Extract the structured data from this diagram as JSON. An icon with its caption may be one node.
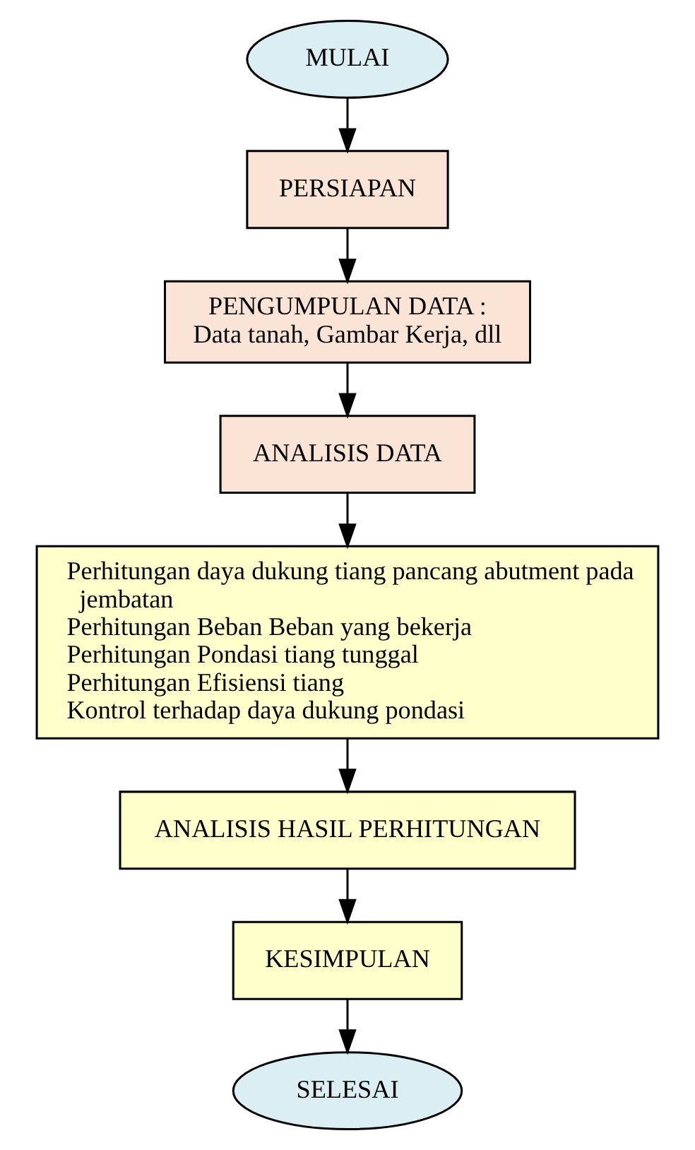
{
  "diagram": {
    "nodes": [
      {
        "text": [
          "MULAI"
        ]
      },
      {
        "text": [
          "PERSIAPAN"
        ]
      },
      {
        "text": [
          "PENGUMPULAN DATA :",
          "Data tanah, Gambar Kerja, dll"
        ]
      },
      {
        "text": [
          "ANALISIS DATA"
        ]
      },
      {
        "text": [
          "Perhitungan daya dukung tiang pancang abutment pada jembatan",
          "Perhitungan Beban Beban yang bekerja",
          "Perhitungan Pondasi tiang tunggal",
          "Perhitungan Efisiensi tiang",
          "Kontrol terhadap daya dukung pondasi"
        ]
      },
      {
        "text": [
          "ANALISIS HASIL PERHITUNGAN"
        ]
      },
      {
        "text": [
          "KESIMPULAN"
        ]
      },
      {
        "text": [
          "SELESAI"
        ]
      }
    ],
    "edges": [
      {
        "from": 0,
        "to": 1,
        "arrow": "to"
      },
      {
        "from": 1,
        "to": 2,
        "arrow": "to"
      },
      {
        "from": 2,
        "to": 3,
        "arrow": "to"
      },
      {
        "from": 3,
        "to": 4,
        "arrow": "to"
      },
      {
        "from": 4,
        "to": 5,
        "arrow": "to"
      },
      {
        "from": 5,
        "to": 6,
        "arrow": "to"
      },
      {
        "from": 6,
        "to": 7,
        "arrow": "to"
      }
    ]
  }
}
